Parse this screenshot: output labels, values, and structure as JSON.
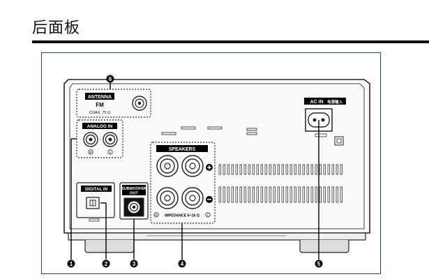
{
  "page": {
    "title": "后面板"
  },
  "panel": {
    "antenna_header": "ANTENNA",
    "antenna_fm": "FM",
    "antenna_coax": "COAX. 75 Ω",
    "analog_in": "ANALOG IN",
    "analog_r": "R",
    "analog_l": "L",
    "digital_in": "DIGITAL IN",
    "subwoofer_line1": "SUBWOOFER",
    "subwoofer_line2": "OUT",
    "speakers": "SPEAKERS",
    "impedance_r": "R",
    "impedance": "IMPEDANCE 6~16 Ω",
    "impedance_l": "L",
    "ac_in": "AC IN",
    "ac_in_cn": "电源输入"
  },
  "callouts": [
    "1",
    "2",
    "3",
    "4",
    "5",
    "6"
  ]
}
